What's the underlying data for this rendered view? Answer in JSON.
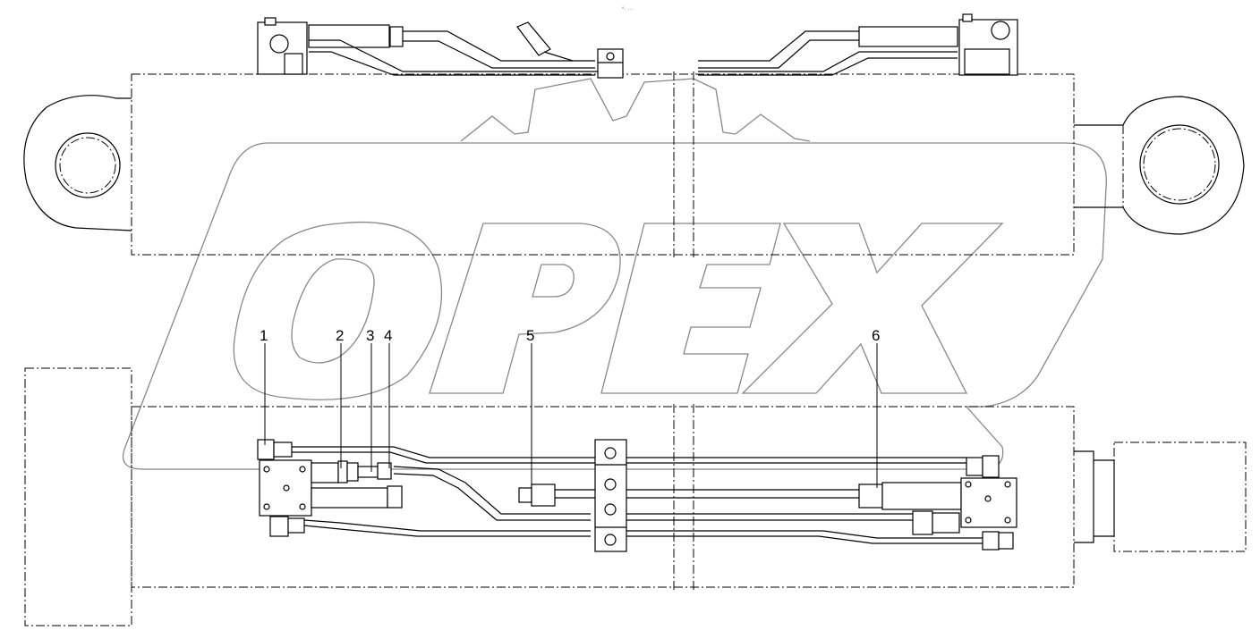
{
  "header_mark": "°· ···",
  "watermark": {
    "brand": "OPEX",
    "icon": "gear-icon"
  },
  "callouts": [
    {
      "id": "callout-1",
      "label": "1"
    },
    {
      "id": "callout-2",
      "label": "2"
    },
    {
      "id": "callout-3",
      "label": "3"
    },
    {
      "id": "callout-4",
      "label": "4"
    },
    {
      "id": "callout-5",
      "label": "5"
    },
    {
      "id": "callout-6",
      "label": "6"
    }
  ]
}
